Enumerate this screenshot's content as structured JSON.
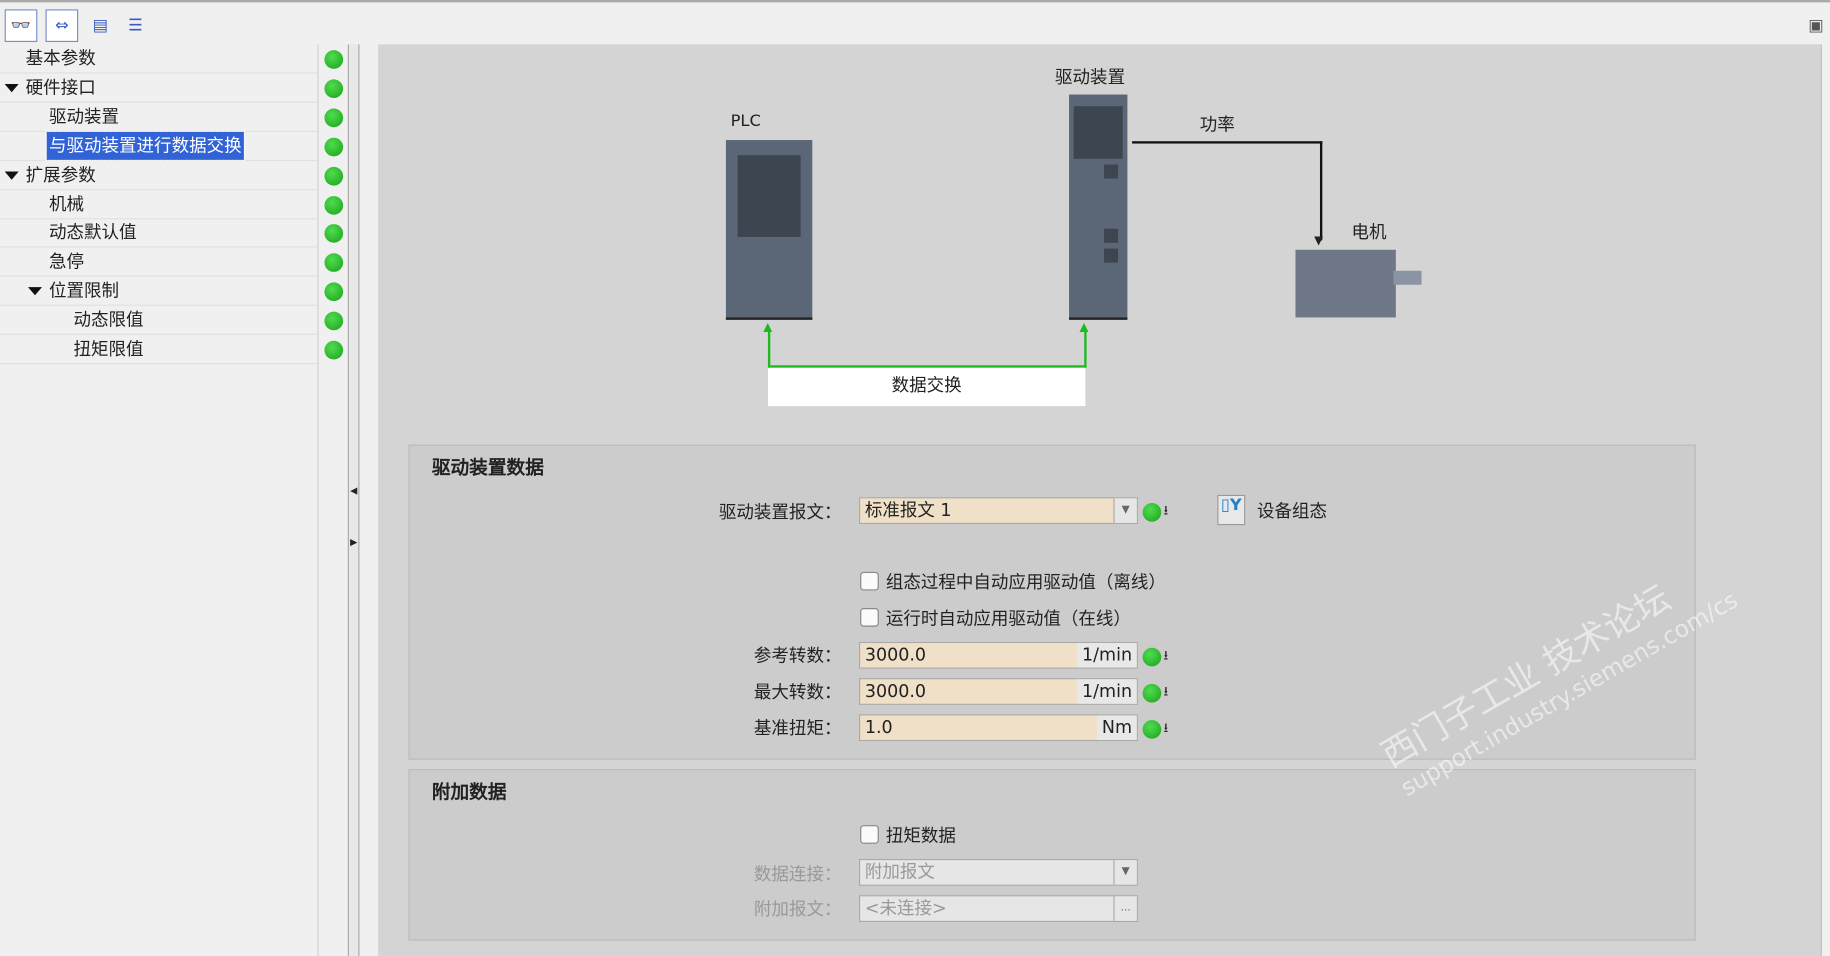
{
  "toolbar": {
    "icons": [
      "glasses-icon",
      "swap-icon",
      "folder-icon",
      "list-icon"
    ]
  },
  "tree": [
    {
      "label": "基本参数",
      "level": 0,
      "expander": false
    },
    {
      "label": "硬件接口",
      "level": 0,
      "expander": true
    },
    {
      "label": "驱动装置",
      "level": 1,
      "expander": false
    },
    {
      "label": "与驱动装置进行数据交换",
      "level": 1,
      "expander": false,
      "selected": true
    },
    {
      "label": "扩展参数",
      "level": 0,
      "expander": true
    },
    {
      "label": "机械",
      "level": 1,
      "expander": false
    },
    {
      "label": "动态默认值",
      "level": 1,
      "expander": false
    },
    {
      "label": "急停",
      "level": 1,
      "expander": false
    },
    {
      "label": "位置限制",
      "level": 1,
      "expander": true
    },
    {
      "label": "动态限值",
      "level": 2,
      "expander": false
    },
    {
      "label": "扭矩限值",
      "level": 2,
      "expander": false
    }
  ],
  "diagram": {
    "plc": "PLC",
    "drive": "驱动装置",
    "power": "功率",
    "motor": "电机",
    "exchange": "数据交换"
  },
  "drive_data": {
    "title": "驱动装置数据",
    "telegram_label": "驱动装置报文：",
    "telegram_value": "标准报文 1",
    "device_config": "设备组态",
    "auto_offline": "组态过程中自动应用驱动值（离线）",
    "auto_online": "运行时自动应用驱动值（在线）",
    "ref_speed_label": "参考转数：",
    "ref_speed": "3000.0",
    "ref_speed_unit": "1/min",
    "max_speed_label": "最大转数：",
    "max_speed": "3000.0",
    "max_speed_unit": "1/min",
    "ref_torque_label": "基准扭矩：",
    "ref_torque": "1.0",
    "ref_torque_unit": "Nm"
  },
  "extra_data": {
    "title": "附加数据",
    "torque_data": "扭矩数据",
    "conn_label": "数据连接：",
    "conn_value": "附加报文",
    "telegram_label": "附加报文：",
    "telegram_value": "<未连接>",
    "browse": "..."
  },
  "watermark": {
    "line1": "西门子工业 技术论坛",
    "line2": "support.industry.siemens.com/cs"
  }
}
